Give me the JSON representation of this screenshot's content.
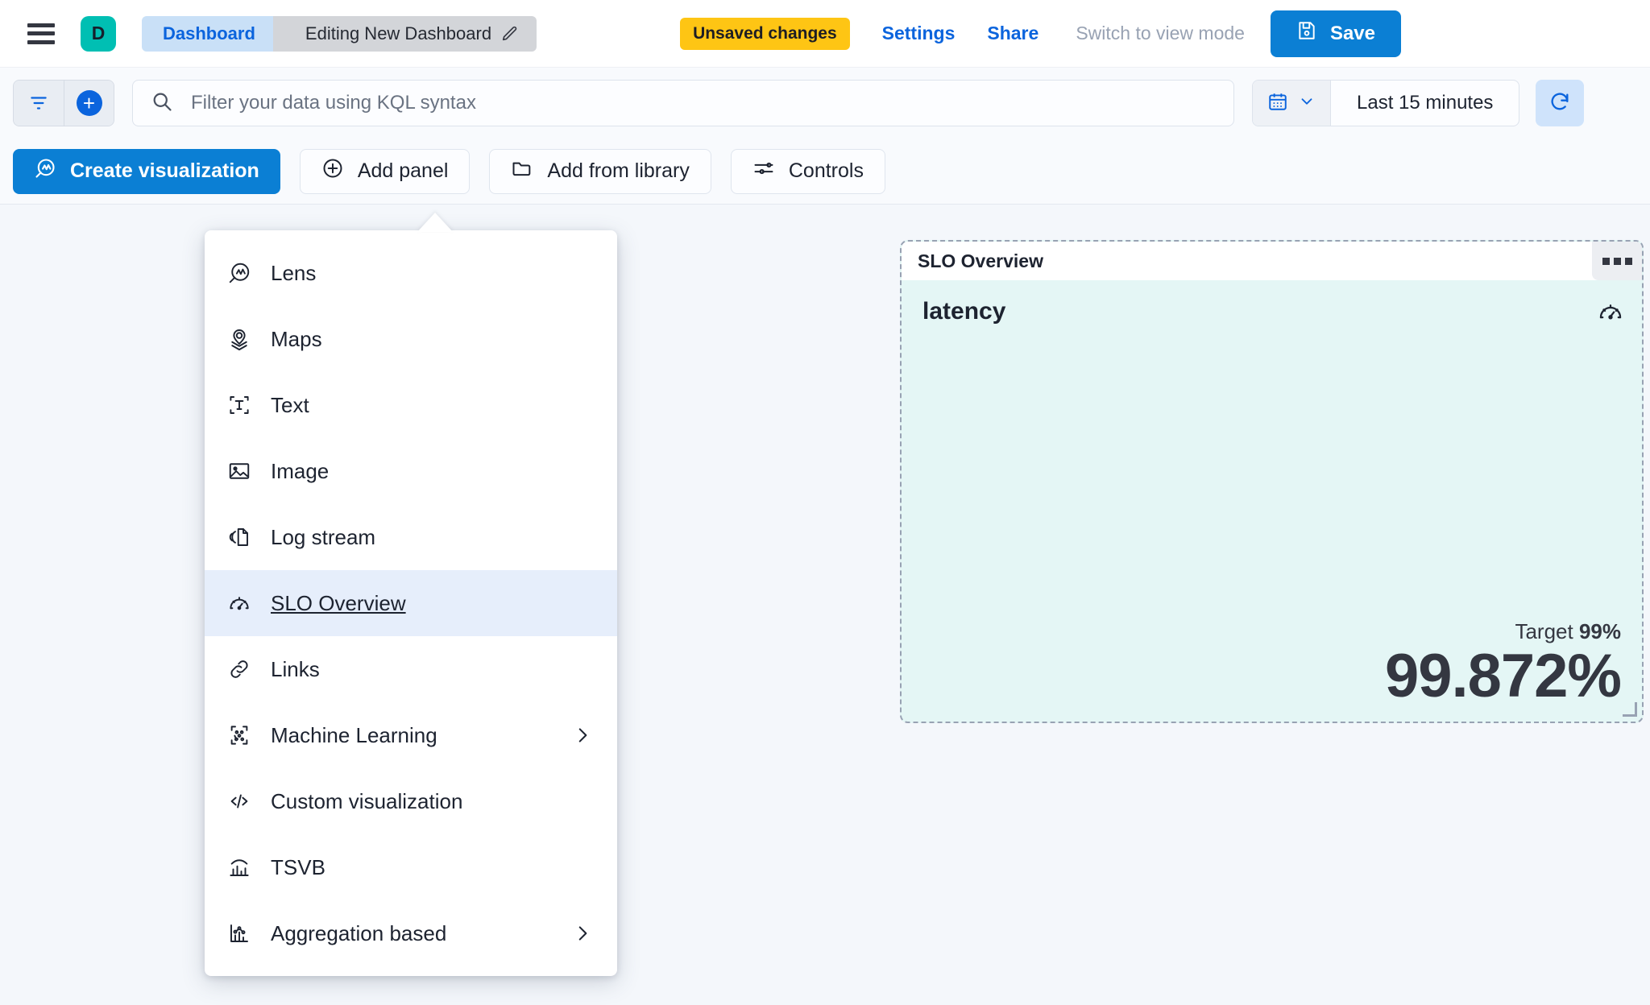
{
  "header": {
    "menu_icon": "hamburger-icon",
    "avatar_letter": "D",
    "avatar_color": "#00bfb3",
    "breadcrumb": {
      "first": "Dashboard",
      "second": "Editing New Dashboard",
      "edit_icon": "pencil-icon"
    },
    "unsaved_badge": "Unsaved changes",
    "settings_label": "Settings",
    "share_label": "Share",
    "view_mode_label": "Switch to view mode",
    "save_label": "Save",
    "save_icon": "save-disk-icon",
    "accent_color": "#0b64dd",
    "badge_color": "#fec514"
  },
  "querybar": {
    "filter_icon": "filter-icon",
    "add_filter_icon": "plus-circle-icon",
    "search_placeholder": "Filter your data using KQL syntax",
    "search_icon": "search-icon",
    "calendar_icon": "calendar-icon",
    "chevron_icon": "chevron-down-icon",
    "time_range": "Last 15 minutes",
    "refresh_icon": "refresh-icon"
  },
  "toolbar": {
    "create_visualization": "Create visualization",
    "create_visualization_icon": "lens-icon",
    "add_panel": "Add panel",
    "add_panel_icon": "plus-circle-outline-icon",
    "add_from_library": "Add from library",
    "add_from_library_icon": "folder-icon",
    "controls": "Controls",
    "controls_icon": "sliders-icon"
  },
  "add_panel_menu": {
    "items": [
      {
        "label": "Lens",
        "icon": "lens-icon",
        "submenu": false,
        "selected": false
      },
      {
        "label": "Maps",
        "icon": "map-pin-icon",
        "submenu": false,
        "selected": false
      },
      {
        "label": "Text",
        "icon": "text-box-icon",
        "submenu": false,
        "selected": false
      },
      {
        "label": "Image",
        "icon": "image-icon",
        "submenu": false,
        "selected": false
      },
      {
        "label": "Log stream",
        "icon": "log-stream-icon",
        "submenu": false,
        "selected": false
      },
      {
        "label": "SLO Overview",
        "icon": "gauge-icon",
        "submenu": false,
        "selected": true
      },
      {
        "label": "Links",
        "icon": "link-icon",
        "submenu": false,
        "selected": false
      },
      {
        "label": "Machine Learning",
        "icon": "ml-icon",
        "submenu": true,
        "selected": false
      },
      {
        "label": "Custom visualization",
        "icon": "code-icon",
        "submenu": false,
        "selected": false
      },
      {
        "label": "TSVB",
        "icon": "tsvb-icon",
        "submenu": false,
        "selected": false
      },
      {
        "label": "Aggregation based",
        "icon": "agg-chart-icon",
        "submenu": true,
        "selected": false
      }
    ],
    "selected_highlight_color": "#e6eefb"
  },
  "slo_panel": {
    "title": "SLO Overview",
    "menu_icon": "context-menu-dots-icon",
    "slo_name": "latency",
    "gauge_icon": "gauge-icon",
    "target_label": "Target",
    "target_value": "99%",
    "sli_value": "99.872%",
    "background_color": "#e4f6f5",
    "resize_handle_icon": "resize-handle-icon"
  }
}
